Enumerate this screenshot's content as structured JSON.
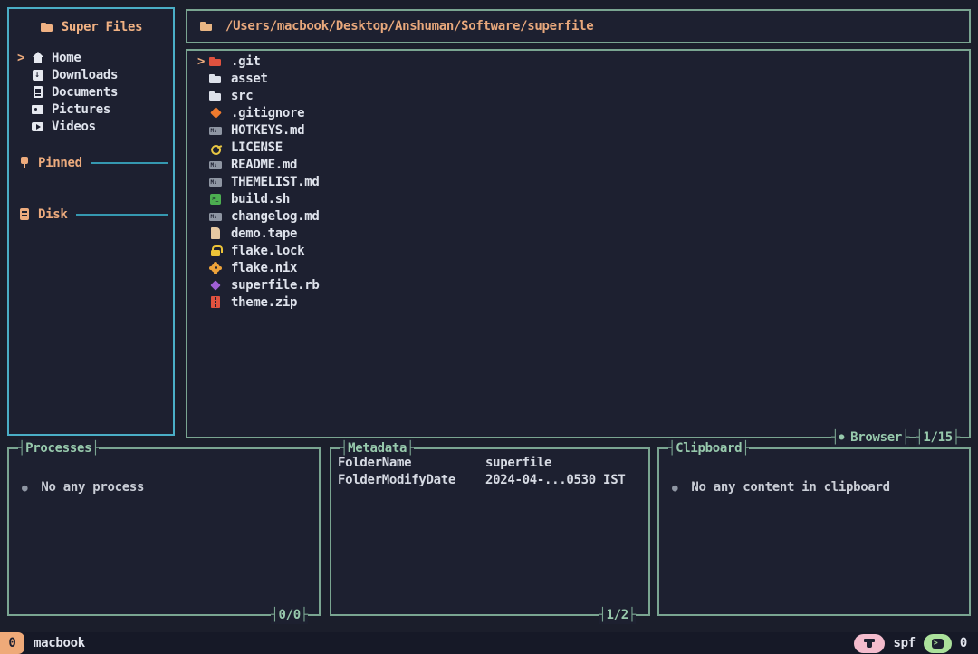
{
  "colors": {
    "background": "#1b1e2b",
    "panel_bg": "#1d2030",
    "active_border_cyan": "#4aaec6",
    "panel_border_green": "#7aa591",
    "label_green": "#97c9ac",
    "accent_orange": "#edab7d",
    "text_white": "#dfe3ec",
    "statusbar_bg": "#161927",
    "badge_peach": "#efaa79",
    "badge_pink": "#f4bccd",
    "badge_green": "#abe19b"
  },
  "sidebar": {
    "title": "Super Files",
    "title_icon_color": "#f0b183",
    "items": [
      {
        "label": "Home",
        "icon": "home",
        "icon_color": "#e6e9f0",
        "cursor": ">"
      },
      {
        "label": "Downloads",
        "icon": "download",
        "icon_color": "#e6e9f0",
        "cursor": ""
      },
      {
        "label": "Documents",
        "icon": "document",
        "icon_color": "#e6e9f0",
        "cursor": ""
      },
      {
        "label": "Pictures",
        "icon": "image",
        "icon_color": "#e6e9f0",
        "cursor": ""
      },
      {
        "label": "Videos",
        "icon": "video",
        "icon_color": "#e6e9f0",
        "cursor": ""
      }
    ],
    "sections": [
      {
        "label": "Pinned",
        "icon": "pin",
        "icon_color": "#edab7d"
      },
      {
        "label": "Disk",
        "icon": "disk",
        "icon_color": "#edab7d"
      }
    ]
  },
  "path_bar": {
    "icon_color": "#e8b583",
    "path": "/Users/macbook/Desktop/Anshuman/Software/superfile"
  },
  "file_panel": {
    "files": [
      {
        "name": ".git",
        "icon": "folder",
        "icon_color": "#e0523f",
        "cursor": ">"
      },
      {
        "name": "asset",
        "icon": "folder",
        "icon_color": "#dde1ea",
        "cursor": ""
      },
      {
        "name": "src",
        "icon": "folder",
        "icon_color": "#dde1ea",
        "cursor": ""
      },
      {
        "name": ".gitignore",
        "icon": "diamond",
        "icon_color": "#ee7a2e",
        "cursor": ""
      },
      {
        "name": "HOTKEYS.md",
        "icon": "markdown",
        "icon_color": "#8f96a3",
        "cursor": ""
      },
      {
        "name": "LICENSE",
        "icon": "key",
        "icon_color": "#e9c743",
        "cursor": ""
      },
      {
        "name": "README.md",
        "icon": "markdown",
        "icon_color": "#8f96a3",
        "cursor": ""
      },
      {
        "name": "THEMELIST.md",
        "icon": "markdown",
        "icon_color": "#8f96a3",
        "cursor": ""
      },
      {
        "name": "build.sh",
        "icon": "script",
        "icon_color": "#4cae50",
        "cursor": ""
      },
      {
        "name": "changelog.md",
        "icon": "markdown",
        "icon_color": "#8f96a3",
        "cursor": ""
      },
      {
        "name": "demo.tape",
        "icon": "file",
        "icon_color": "#e7c9a2",
        "cursor": ""
      },
      {
        "name": "flake.lock",
        "icon": "lock",
        "icon_color": "#ecc338",
        "cursor": ""
      },
      {
        "name": "flake.nix",
        "icon": "gear",
        "icon_color": "#eda33b",
        "cursor": ""
      },
      {
        "name": "superfile.rb",
        "icon": "gem",
        "icon_color": "#a05fd6",
        "cursor": ""
      },
      {
        "name": "theme.zip",
        "icon": "zip",
        "icon_color": "#e0523f",
        "cursor": ""
      }
    ],
    "footer": {
      "dot": "●",
      "mode_label": "Browser",
      "counter": "1/15"
    }
  },
  "processes": {
    "title": "Processes",
    "empty_dot": "●",
    "empty_text": "No any process",
    "counter": "0/0"
  },
  "metadata": {
    "title": "Metadata",
    "rows": [
      {
        "key": "FolderName",
        "value": "superfile"
      },
      {
        "key": "FolderModifyDate",
        "value": "2024-04-...0530 IST"
      }
    ],
    "counter": "1/2"
  },
  "clipboard": {
    "title": "Clipboard",
    "empty_dot": "●",
    "empty_text": "No any content in clipboard"
  },
  "status_bar": {
    "left_badge": "0",
    "hostname": "macbook",
    "session_label": "spf",
    "exit_code": "0"
  }
}
